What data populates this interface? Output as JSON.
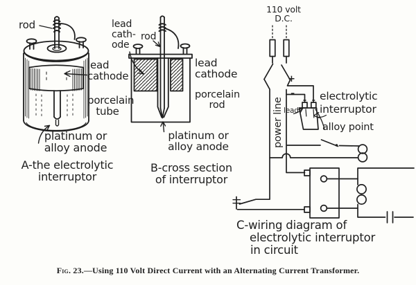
{
  "colors": {
    "ink": "#1f1f1f",
    "paper": "#fdfdfa"
  },
  "figure_caption": {
    "prefix": "Fig. 23.",
    "rest": "—Using 110 Volt Direct Current with an Alternating Current Transformer."
  },
  "drawing_a": {
    "labels": {
      "rod": "rod",
      "lead_cathode": "lead\ncathode",
      "porcelain_tube": "porcelain\ntube",
      "anode": "platinum or\nalloy anode",
      "caption": "A-the electrolytic\ninterruptor"
    }
  },
  "drawing_b": {
    "labels": {
      "lead_cathode_side": "lead\ncath-\node",
      "rod": "rod",
      "lead_cathode": "lead\ncathode",
      "porcelain_rod": "porcelain\nrod",
      "anode": "platinum or\nalloy anode",
      "caption": "B-cross section\nof interruptor"
    }
  },
  "circuit_c": {
    "labels": {
      "supply": "110 volt\nD.C.",
      "plus": "+",
      "minus": "-",
      "power_line": "power line",
      "lead": "lead",
      "interrupter": "electrolytic\ninterruptor",
      "alloy_point": "alloy point",
      "caption_line1": "C-wiring diagram of",
      "caption_line2": "electrolytic interruptor",
      "caption_line3": "in circuit"
    }
  }
}
